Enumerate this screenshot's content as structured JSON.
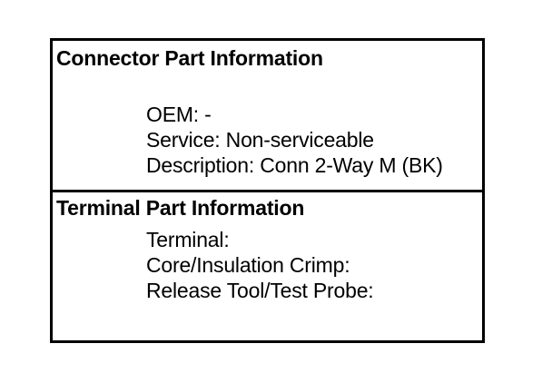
{
  "panel": {
    "sections": [
      {
        "id": "connector",
        "heading": "Connector Part Information",
        "lines": [
          {
            "label": "OEM:",
            "value": "-",
            "text": "OEM: -"
          },
          {
            "label": "Service:",
            "value": "Non-serviceable",
            "text": "Service: Non-serviceable"
          },
          {
            "label": "Description:",
            "value": "Conn 2-Way M (BK)",
            "text": "Description: Conn 2-Way M (BK)"
          }
        ]
      },
      {
        "id": "terminal",
        "heading": "Terminal Part Information",
        "lines": [
          {
            "label": "Terminal:",
            "value": "",
            "text": "Terminal:"
          },
          {
            "label": "Core/Insulation Crimp:",
            "value": "",
            "text": "Core/Insulation Crimp:"
          },
          {
            "label": "Release Tool/Test Probe:",
            "value": "",
            "text": "Release Tool/Test Probe:"
          }
        ]
      }
    ]
  },
  "colors": {
    "background": "#ffffff",
    "border": "#000000",
    "text": "#000000"
  }
}
